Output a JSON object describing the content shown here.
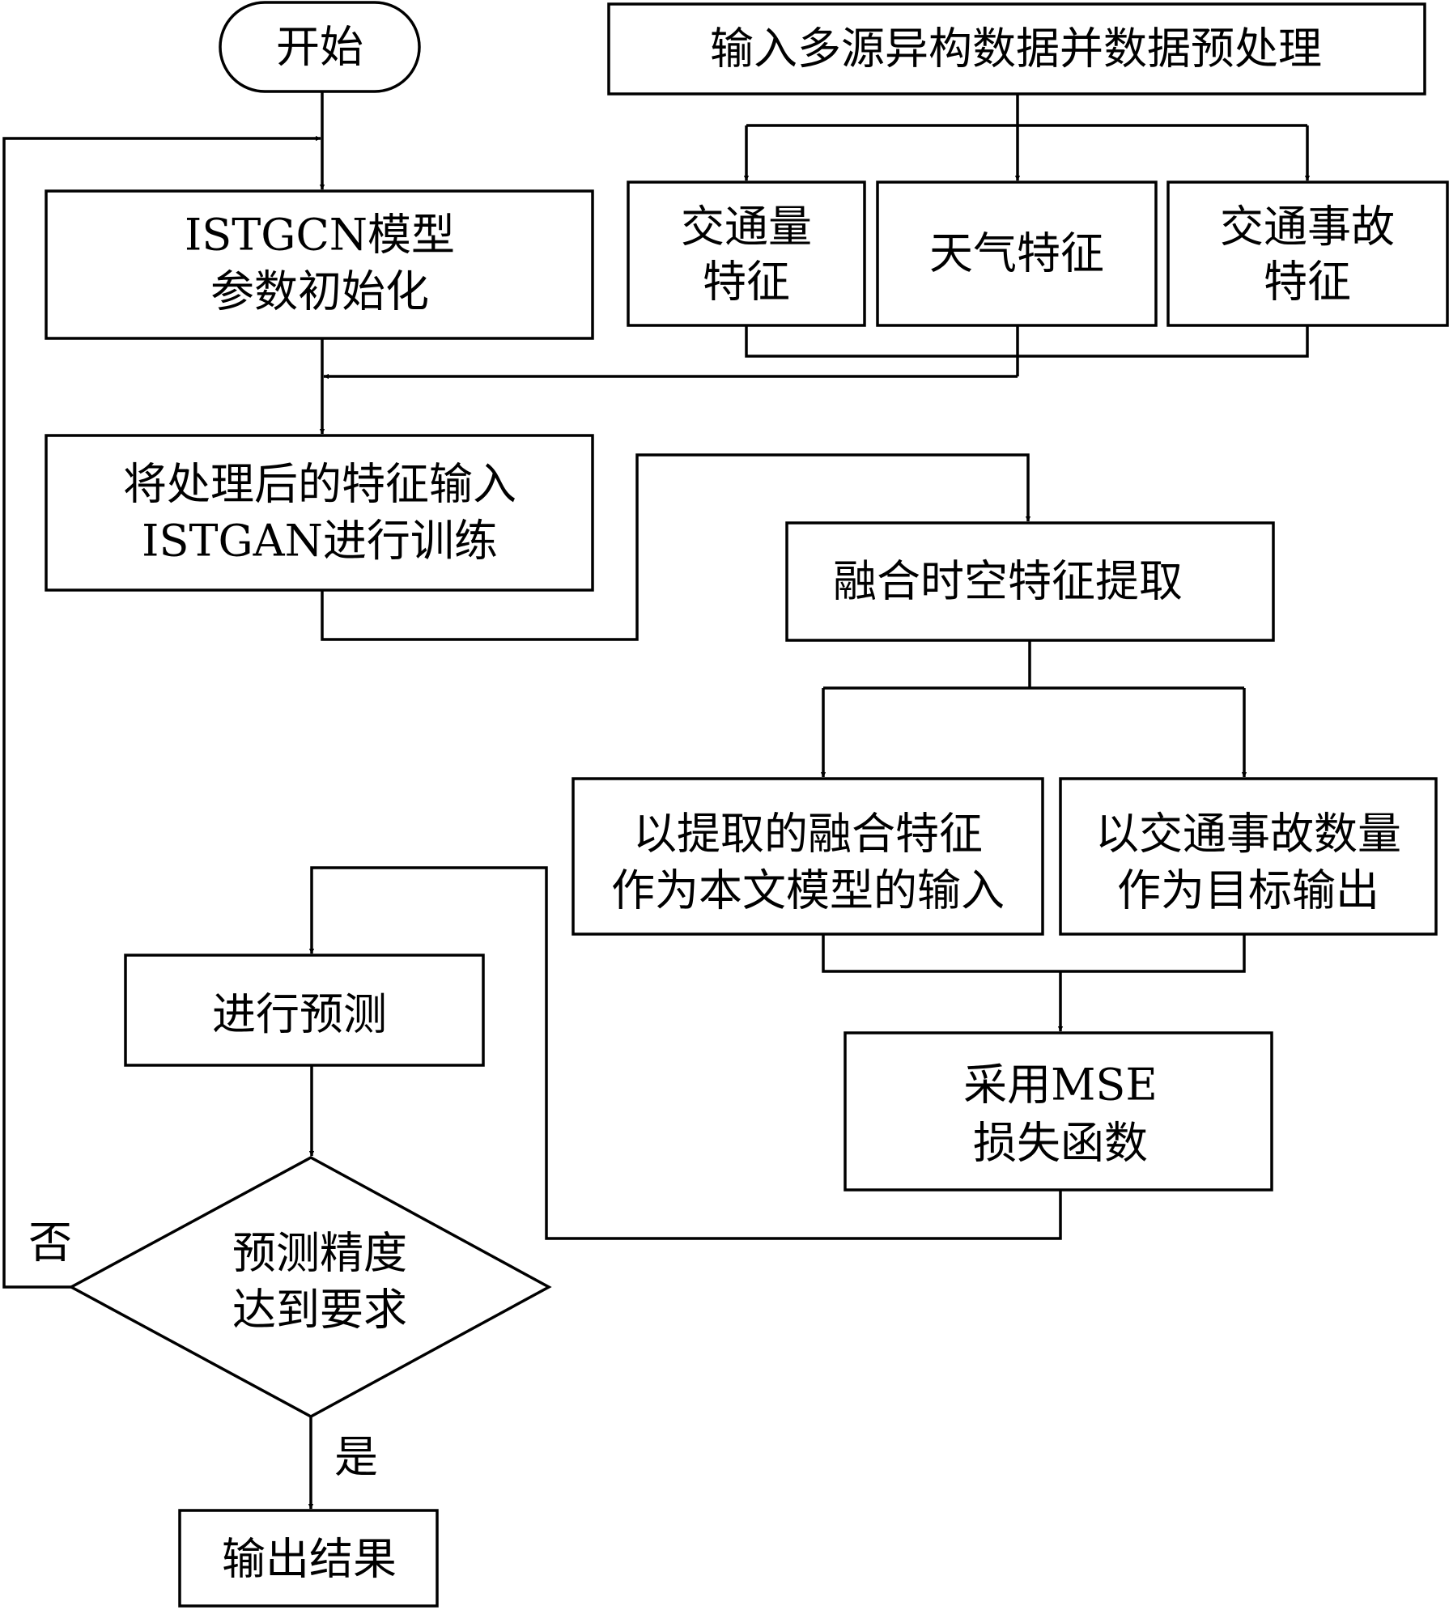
{
  "diagram": {
    "start": "开始",
    "input_data": "输入多源异构数据并数据预处理",
    "traffic_volume": [
      "交通量",
      "特征"
    ],
    "weather": "天气特征",
    "accident": [
      "交通事故",
      "特征"
    ],
    "init": [
      "ISTGCN模型",
      "参数初始化"
    ],
    "feed": [
      "将处理后的特征输入",
      "ISTGAN进行训练"
    ],
    "fusion_extract": "融合时空特征提取",
    "model_input": [
      "以提取的融合特征",
      "作为本文模型的输入"
    ],
    "target_output": [
      "以交通事故数量",
      "作为目标输出"
    ],
    "loss": [
      "采用MSE",
      "损失函数"
    ],
    "predict": "进行预测",
    "decision": [
      "预测精度",
      "达到要求"
    ],
    "no_label": "否",
    "yes_label": "是",
    "output": "输出结果"
  }
}
